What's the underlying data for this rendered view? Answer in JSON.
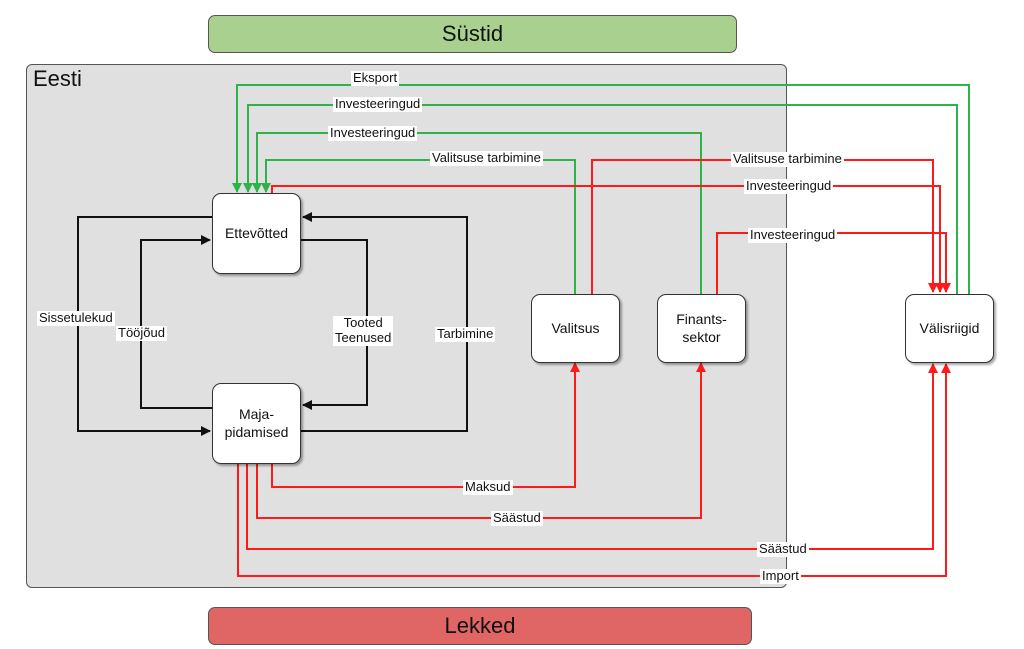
{
  "banners": {
    "injections": "Süstid",
    "leakages": "Lekked"
  },
  "region": {
    "label": "Eesti"
  },
  "nodes": {
    "firms": "Ettevõtted",
    "households": "Maja-\npidamised",
    "government": "Valitsus",
    "financial_sector": "Finants-\nsektor",
    "foreign": "Välisriigid"
  },
  "flows": {
    "income": "Sissetulekud",
    "labor": "Tööjõud",
    "goods_services": "Tooted\nTeenused",
    "consumption": "Tarbimine",
    "exports": "Eksport",
    "investment_foreign_in": "Investeeringud",
    "investment_fin_in": "Investeeringud",
    "gov_consumption_in": "Valitsuse tarbimine",
    "gov_consumption_out": "Valitsuse tarbimine",
    "investment_firms_out": "Investeeringud",
    "investment_fin_out": "Investeeringud",
    "taxes": "Maksud",
    "savings_fin": "Säästud",
    "savings_foreign": "Säästud",
    "imports": "Import"
  },
  "colors": {
    "injection": "#2db34a",
    "leakage": "#ff1a1a",
    "circular": "#111111",
    "injection_banner": "#a9d08e",
    "leakage_banner": "#e06666"
  }
}
